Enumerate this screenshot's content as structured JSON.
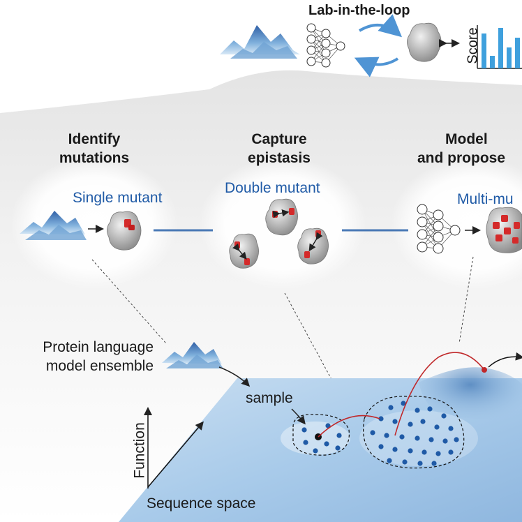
{
  "header": {
    "title": "Lab-in-the-loop",
    "score_label": "Score"
  },
  "stages": [
    {
      "title_line1": "Identify",
      "title_line2": "mutations",
      "subtitle": "Single mutant"
    },
    {
      "title_line1": "Capture",
      "title_line2": "epistasis",
      "subtitle": "Double mutant"
    },
    {
      "title_line1": "Model",
      "title_line2": "and propose",
      "subtitle": "Multi-mu"
    }
  ],
  "landscape": {
    "ensemble_line1": "Protein language",
    "ensemble_line2": "model ensemble",
    "sample_label": "sample",
    "y_axis_label": "Function",
    "x_axis_label": "Sequence space"
  },
  "colors": {
    "accent_blue": "#1f5aa6",
    "mutation_red": "#d42a2a",
    "landscape_blue": "#9cc3e6",
    "panel_gray": "#eeeeee"
  }
}
